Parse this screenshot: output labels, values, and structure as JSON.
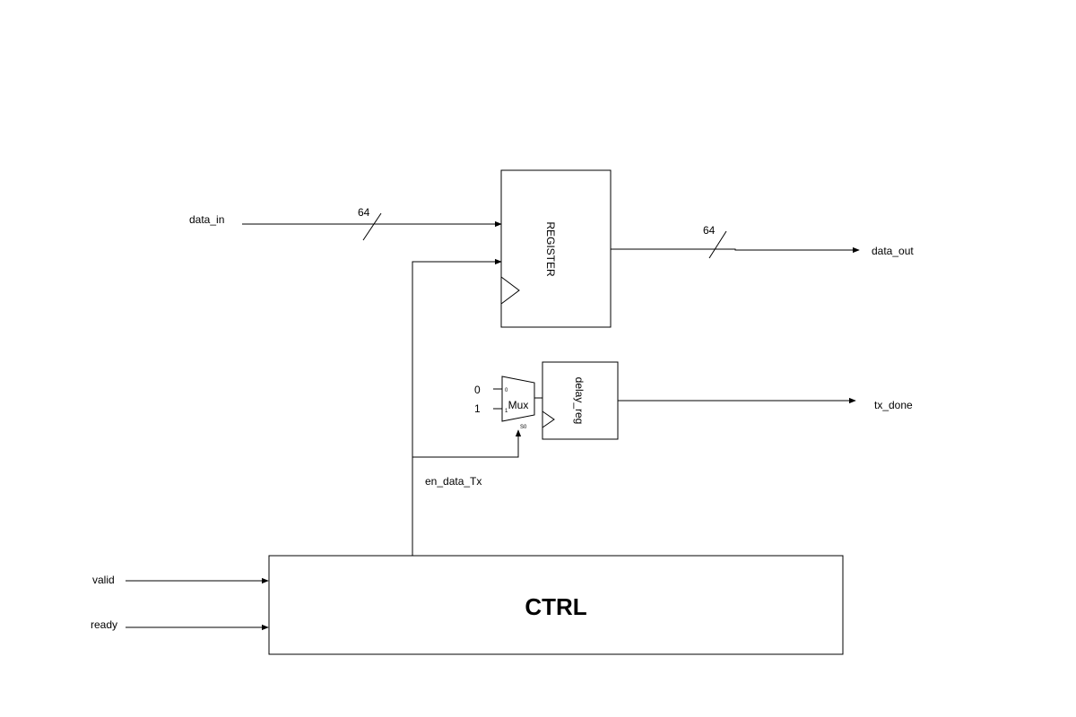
{
  "diagram": {
    "signals": {
      "data_in": "data_in",
      "data_out": "data_out",
      "tx_done": "tx_done",
      "valid": "valid",
      "ready": "ready",
      "en_data_tx": "en_data_Tx"
    },
    "bus_widths": {
      "data_in": "64",
      "data_out": "64"
    },
    "blocks": {
      "register": "REGISTER",
      "delay_reg": "delay_reg",
      "ctrl": "CTRL",
      "mux": "Mux"
    },
    "mux_inputs": {
      "const_0": "0",
      "const_1": "1",
      "pin_0": "0",
      "pin_1": "1",
      "select": "S0"
    },
    "colors": {
      "stroke": "#000000",
      "background": "#ffffff"
    }
  }
}
